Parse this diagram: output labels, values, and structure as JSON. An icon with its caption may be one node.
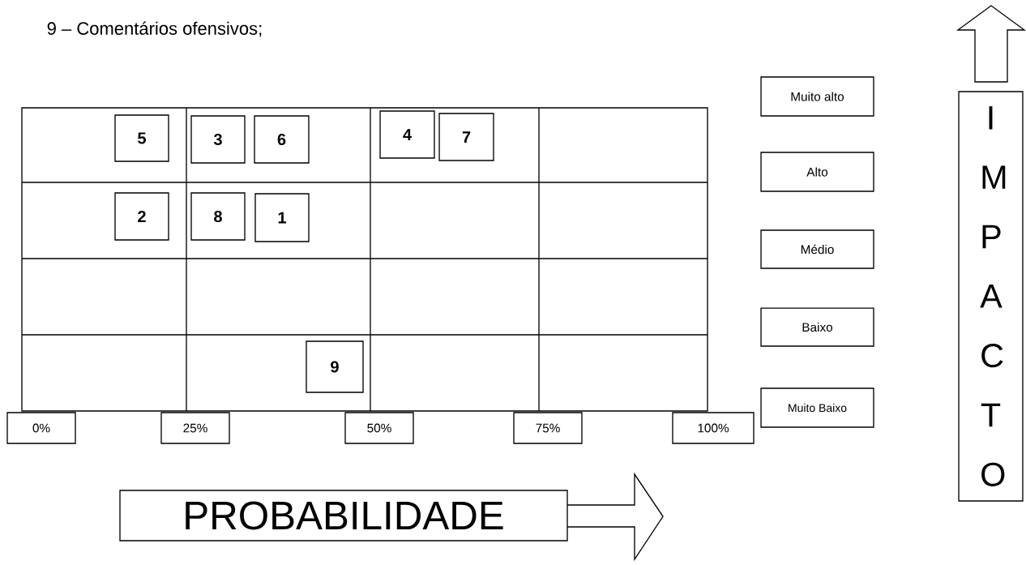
{
  "diagram": {
    "nodes": [
      {
        "text": [
          "5"
        ]
      },
      {
        "text": [
          "3"
        ]
      },
      {
        "text": [
          "6"
        ]
      },
      {
        "text": [
          "4"
        ]
      },
      {
        "text": [
          "7"
        ]
      },
      {
        "text": [
          "2"
        ]
      },
      {
        "text": [
          "8"
        ]
      },
      {
        "text": [
          "1"
        ]
      },
      {
        "text": [
          "9"
        ]
      },
      {
        "text": [
          "Muito alto"
        ]
      },
      {
        "text": [
          "Alto"
        ]
      },
      {
        "text": [
          "Médio"
        ]
      },
      {
        "text": [
          "Baixo"
        ]
      },
      {
        "text": [
          "Muito Baixo"
        ]
      },
      {
        "text": [
          "0%"
        ]
      },
      {
        "text": [
          "25%"
        ]
      },
      {
        "text": [
          "50%"
        ]
      },
      {
        "text": [
          "75%"
        ]
      },
      {
        "text": [
          "100%"
        ]
      },
      {
        "text": [
          "PROBABILIDADE"
        ]
      },
      {
        "text": [
          "I M P A C T O"
        ]
      }
    ],
    "edges": [],
    "labels": [
      "9 – Comentários ofensivos;"
    ]
  }
}
